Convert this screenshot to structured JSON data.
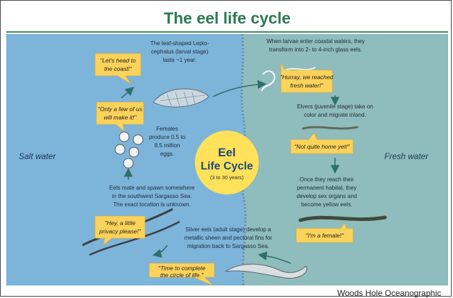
{
  "title": "The eel life cycle",
  "footer": "Woods Hole Oceanographic",
  "center": {
    "line1": "Eel",
    "line2": "Life Cycle",
    "years": "(3 to 30 years)"
  },
  "zones": {
    "left": "Salt water",
    "right": "Fresh water"
  },
  "texts": {
    "leptocephalus_1": "The leaf-shaped Lepto-",
    "leptocephalus_2": "cephalus (larval stage)",
    "leptocephalus_3": "lasts ~1 year.",
    "glass_1": "When larvae enter coastal waters, they",
    "glass_2": "transform into 2- to 4-inch glass eels.",
    "elvers_1": "Elvers (juvenile stage) take on",
    "elvers_2": "color and migrate inland.",
    "yellow_1": "Once they reach their",
    "yellow_2": "permanent habitat, they",
    "yellow_3": "develop sex organs and",
    "yellow_4": "become yellow eels.",
    "silver_1": "Silver eels (adult stage) develop a",
    "silver_2": "metallic sheen and pectoral fins for",
    "silver_3": "migration back to Sargasso Sea.",
    "spawn_1": "Eels mate and spawn somewhere",
    "spawn_2": "in the southwest Sargasso Sea.",
    "spawn_3": "The exact location is unknown.",
    "females_1": "Females",
    "females_2": "produce 0.5 to",
    "females_3": "8.5 million",
    "females_4": "eggs."
  },
  "bubbles": {
    "coast_1": "\"Let's head to",
    "coast_2": "the coast!\"",
    "few_1": "\"Only a few of us",
    "few_2": "will make it!\"",
    "hurray_1": "\"Hurray, we reached",
    "hurray_2": "fresh water!\"",
    "home": "\"Not quite home yet!\"",
    "female": "\"I'm a female!\"",
    "privacy_1": "\"Hey, a little",
    "privacy_2": "privacy please!\"",
    "circle_1": "\"Time to complete",
    "circle_2": "the circle of life.\""
  },
  "colors": {
    "salt": "#7db4da",
    "fresh": "#8fbcbc",
    "bubble": "#fbd25a",
    "badge": "#ffe15a",
    "arrow": "#2f6f6c",
    "title": "#2c7a52"
  }
}
